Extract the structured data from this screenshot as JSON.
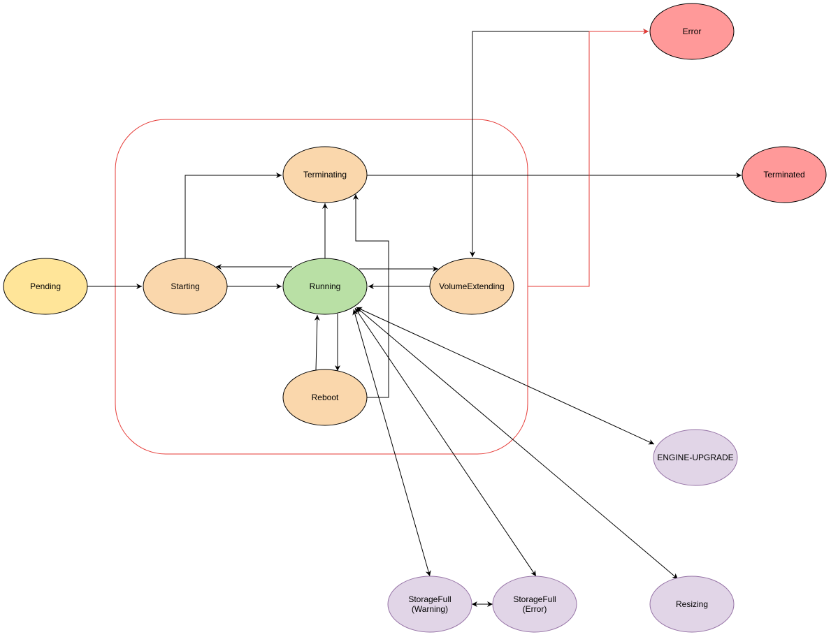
{
  "diagram": {
    "group": {
      "name": "active-lifecycle-group",
      "color": "#e53935"
    },
    "styles": {
      "yellow": {
        "fill": "#ffe599",
        "stroke": "#000000"
      },
      "orange": {
        "fill": "#fad7ac",
        "stroke": "#000000"
      },
      "green": {
        "fill": "#b9e0a5",
        "stroke": "#000000"
      },
      "red": {
        "fill": "#ff9999",
        "stroke": "#000000"
      },
      "purple": {
        "fill": "#e1d5e7",
        "stroke": "#9673a6"
      }
    },
    "nodes": [
      {
        "id": "pending",
        "lines": [
          "Pending"
        ],
        "style": "yellow"
      },
      {
        "id": "starting",
        "lines": [
          "Starting"
        ],
        "style": "orange"
      },
      {
        "id": "terminating",
        "lines": [
          "Terminating"
        ],
        "style": "orange"
      },
      {
        "id": "running",
        "lines": [
          "Running"
        ],
        "style": "green"
      },
      {
        "id": "volume-extending",
        "lines": [
          "VolumeExtending"
        ],
        "style": "orange"
      },
      {
        "id": "reboot",
        "lines": [
          "Reboot"
        ],
        "style": "orange"
      },
      {
        "id": "error",
        "lines": [
          "Error"
        ],
        "style": "red"
      },
      {
        "id": "terminated",
        "lines": [
          "Terminated"
        ],
        "style": "red"
      },
      {
        "id": "engine-upgrade",
        "lines": [
          "ENGINE-UPGRADE"
        ],
        "style": "purple"
      },
      {
        "id": "storagefull-warning",
        "lines": [
          "StorageFull",
          "(Warning)"
        ],
        "style": "purple"
      },
      {
        "id": "storagefull-error",
        "lines": [
          "StorageFull",
          "(Error)"
        ],
        "style": "purple"
      },
      {
        "id": "resizing",
        "lines": [
          "Resizing"
        ],
        "style": "purple"
      }
    ],
    "edges": [
      {
        "id": "pending-to-starting",
        "from": "pending",
        "to": "starting"
      },
      {
        "id": "starting-to-running",
        "from": "starting",
        "to": "running"
      },
      {
        "id": "running-to-starting",
        "from": "running",
        "to": "starting"
      },
      {
        "id": "starting-to-terminating",
        "from": "starting",
        "to": "terminating"
      },
      {
        "id": "running-to-terminating",
        "from": "running",
        "to": "terminating"
      },
      {
        "id": "terminating-to-terminated",
        "from": "terminating",
        "to": "terminated"
      },
      {
        "id": "running-to-volume-extending",
        "from": "running",
        "to": "volume-extending"
      },
      {
        "id": "volume-extending-to-running",
        "from": "volume-extending",
        "to": "running"
      },
      {
        "id": "error-volume-extending",
        "from": "error",
        "to": "volume-extending",
        "bidirectional": true
      },
      {
        "id": "running-to-reboot",
        "from": "running",
        "to": "reboot"
      },
      {
        "id": "reboot-to-running",
        "from": "reboot",
        "to": "running"
      },
      {
        "id": "reboot-to-terminating",
        "from": "reboot",
        "to": "terminating"
      },
      {
        "id": "running-engine-upgrade",
        "from": "running",
        "to": "engine-upgrade",
        "bidirectional": true
      },
      {
        "id": "running-resizing",
        "from": "running",
        "to": "resizing",
        "bidirectional": true
      },
      {
        "id": "running-storagefull-error",
        "from": "running",
        "to": "storagefull-error",
        "bidirectional": true
      },
      {
        "id": "running-storagefull-warning",
        "from": "running",
        "to": "storagefull-warning",
        "bidirectional": true
      },
      {
        "id": "storagefull-warning-error",
        "from": "storagefull-warning",
        "to": "storagefull-error",
        "bidirectional": true
      },
      {
        "id": "group-to-error",
        "from": "active-lifecycle-group",
        "to": "error",
        "color": "#e53935"
      }
    ]
  }
}
